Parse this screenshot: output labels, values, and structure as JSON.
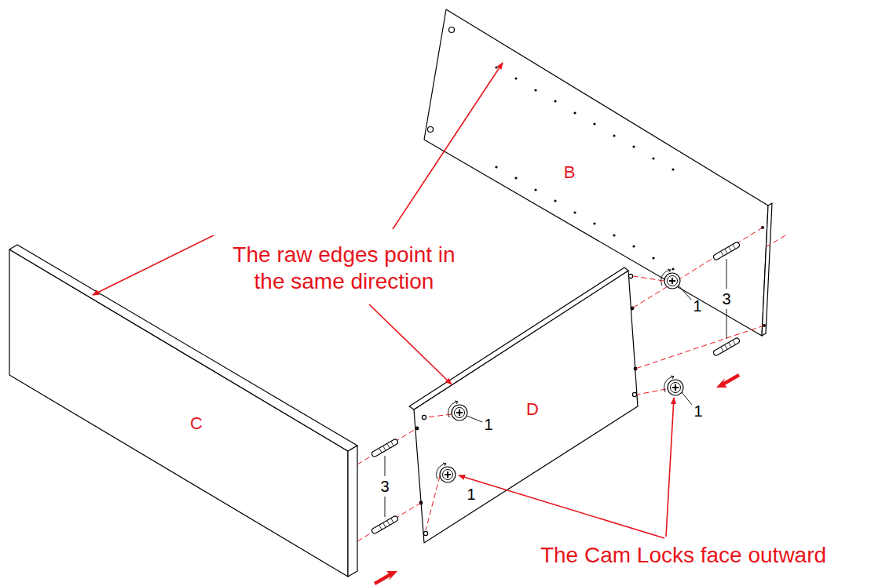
{
  "diagram": {
    "labels": [
      "B",
      "The raw edges point in the same direction",
      "3",
      "1",
      "D",
      "1",
      "C",
      "1",
      "3",
      "1",
      "The Cam Locks face outward"
    ]
  }
}
